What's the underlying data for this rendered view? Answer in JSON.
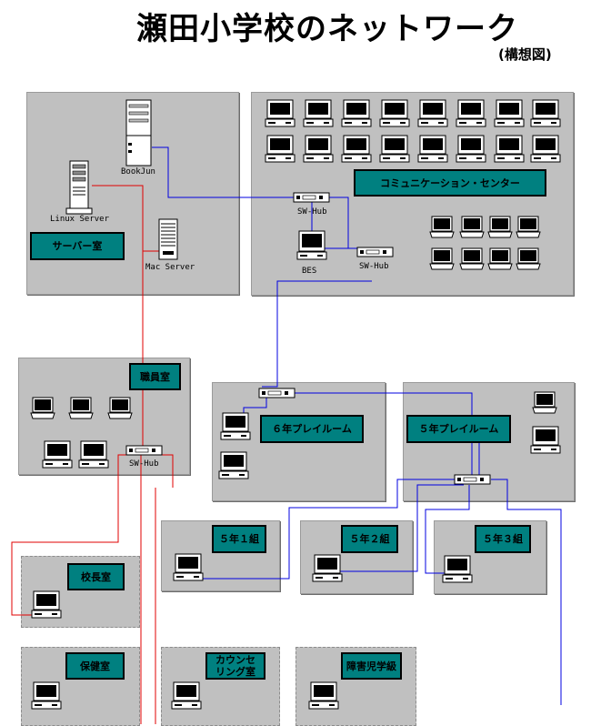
{
  "title": "瀬田小学校のネットワーク",
  "subtitle": "(構想図)",
  "colors": {
    "room": "#c0c0c0",
    "label": "#008080",
    "wire_red": "#e00000",
    "wire_blue": "#0000e0"
  },
  "rooms": {
    "server_room": {
      "label": "サーバー室",
      "devices": {
        "bookjun": "BookJun",
        "linux": "Linux Server",
        "mac": "Mac Server"
      }
    },
    "communication_center": {
      "label": "コミュニケーション・センター",
      "devices": {
        "swhub_top": "SW-Hub",
        "bes": "BES",
        "swhub_right": "SW-Hub"
      }
    },
    "staff_room": {
      "label": "職員室",
      "devices": {
        "swhub": "SW-Hub"
      }
    },
    "grade6_playroom": {
      "label": "６年プレイルーム"
    },
    "grade5_playroom": {
      "label": "５年プレイルーム"
    },
    "class_5_1": {
      "label": "５年１組"
    },
    "class_5_2": {
      "label": "５年２組"
    },
    "class_5_3": {
      "label": "５年３組"
    },
    "principal_room": {
      "label": "校長室"
    },
    "nurse_room": {
      "label": "保健室"
    },
    "counseling_room": {
      "label": "カウンセリング室"
    },
    "special_class": {
      "label": "障害児学級"
    }
  }
}
